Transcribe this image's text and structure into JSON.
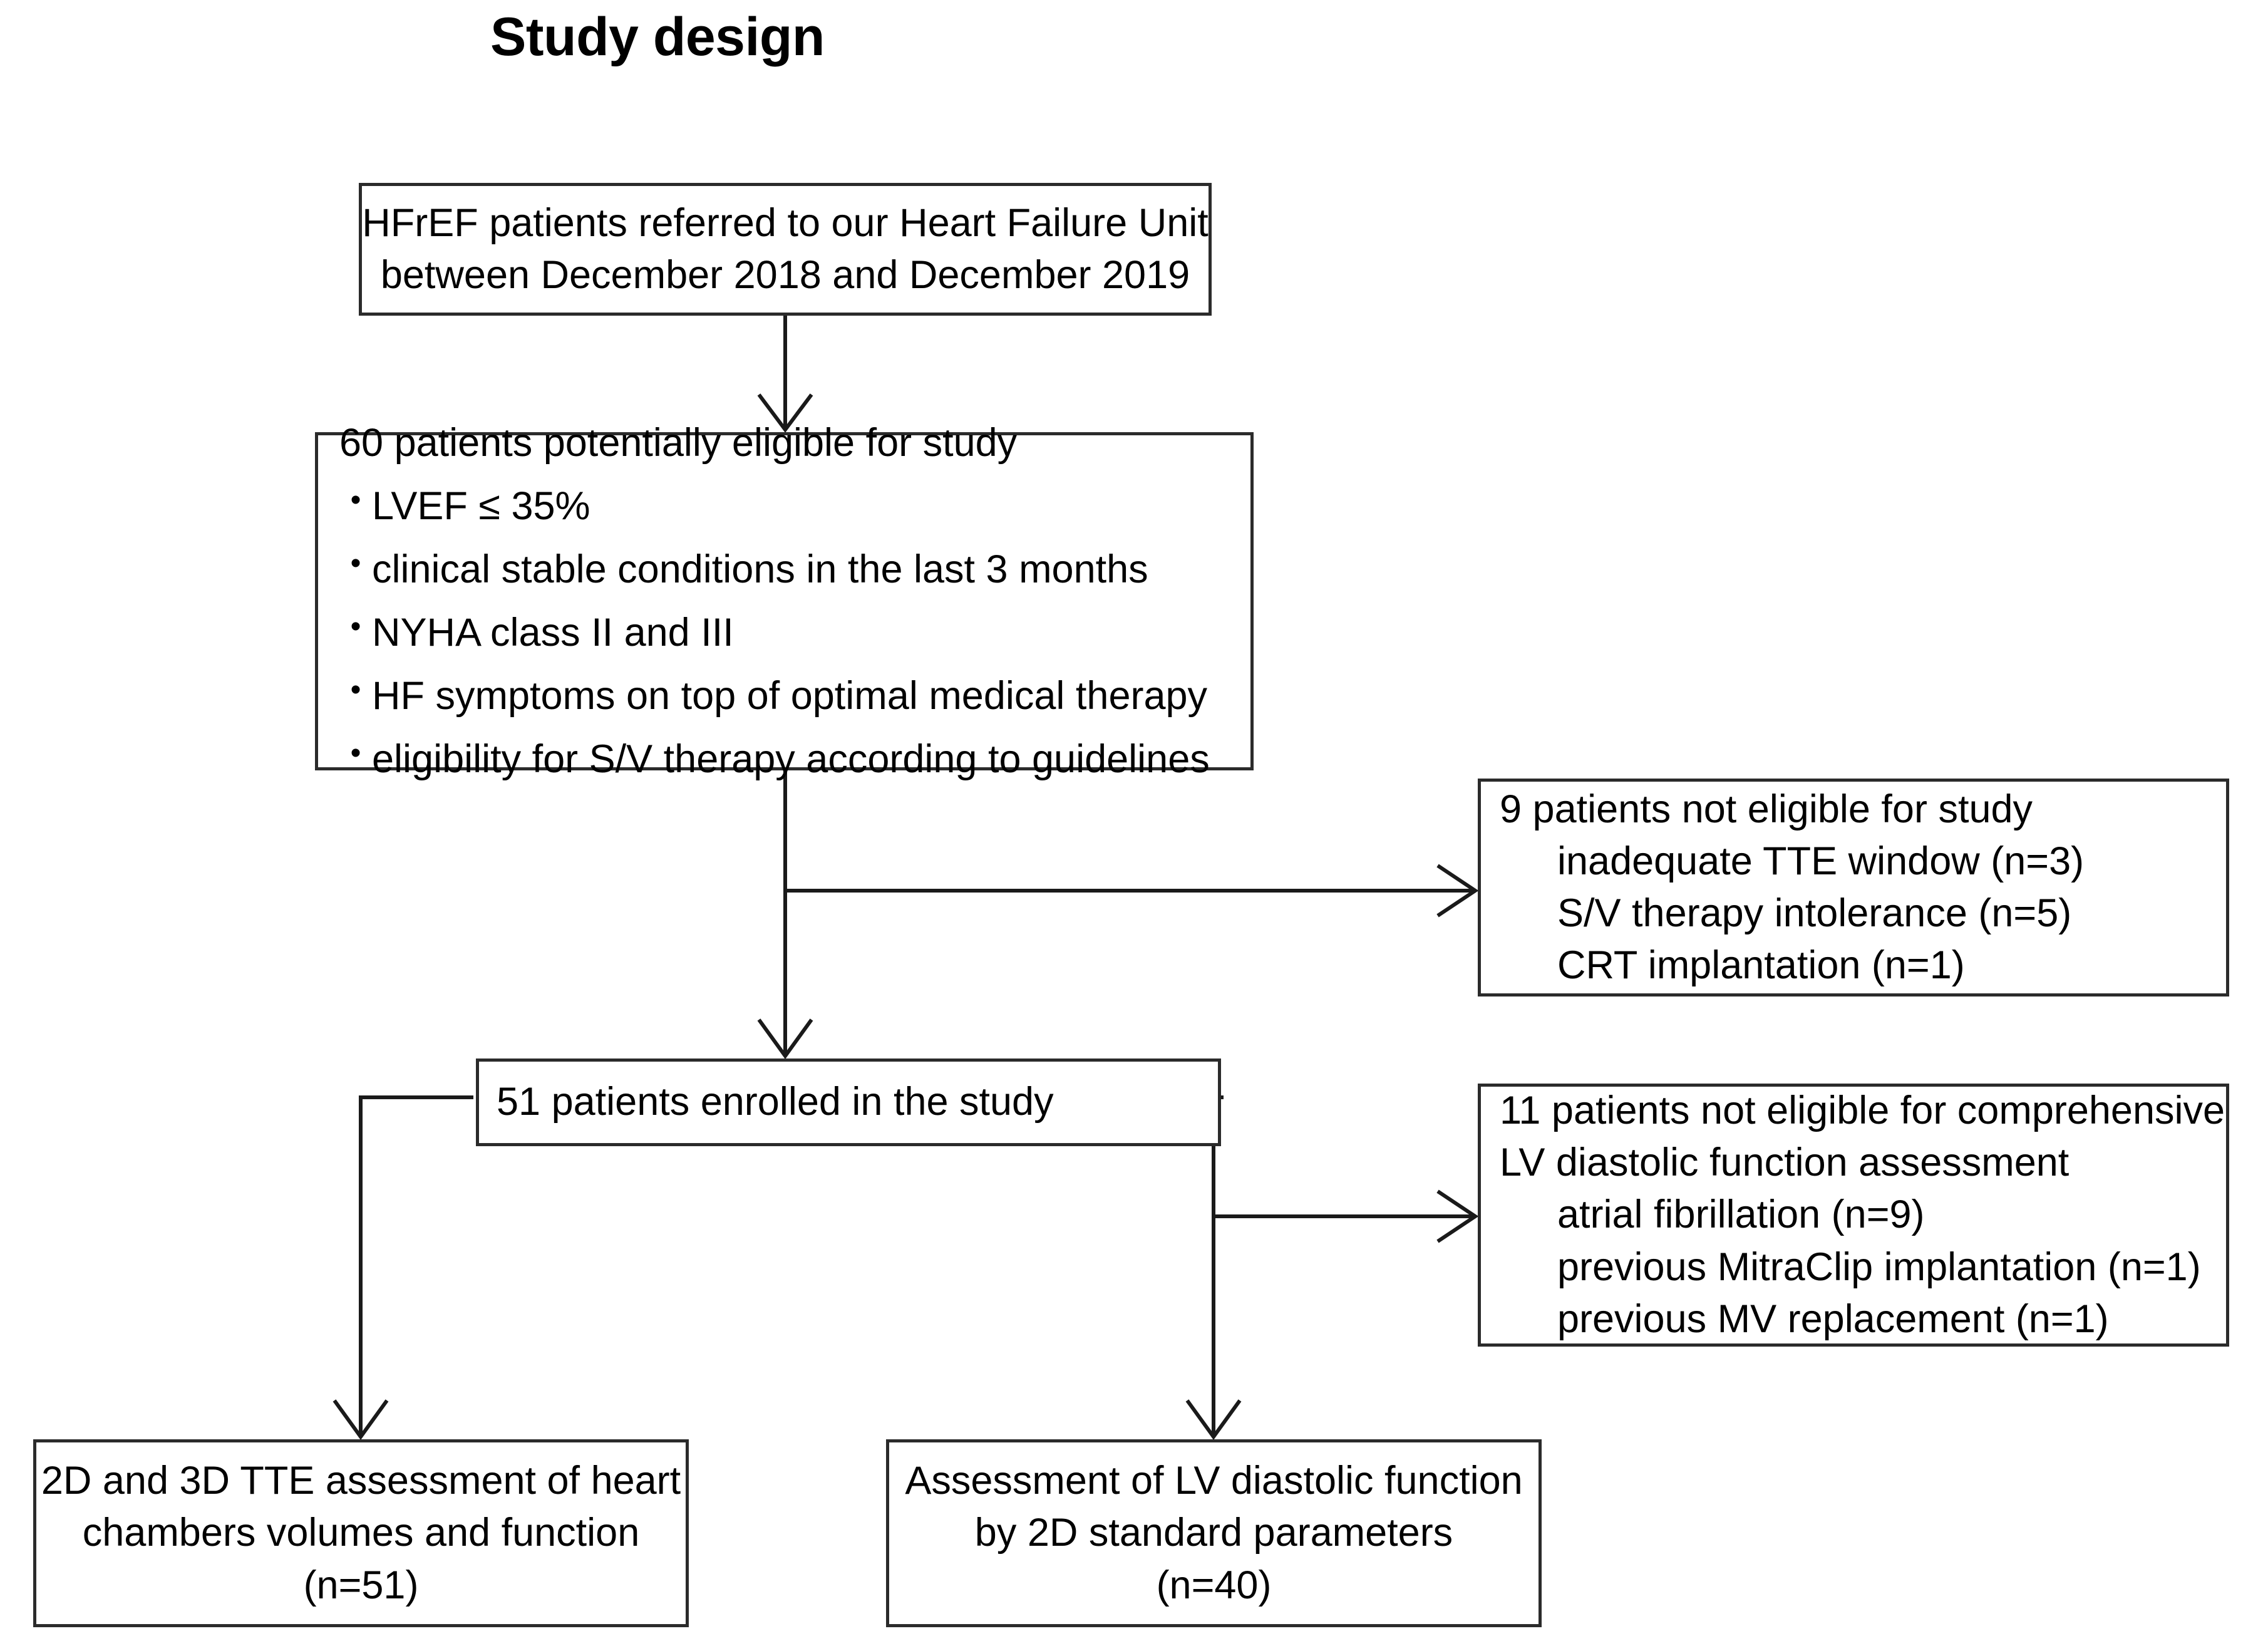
{
  "title": "Study design",
  "nodes": {
    "referred": {
      "lines": [
        "HFrEF patients referred to our Heart Failure Unit",
        "between December 2018 and December 2019"
      ]
    },
    "eligible": {
      "header": "60 patients potentially eligible for study",
      "bullet_glyph": "•",
      "bullets": [
        "LVEF ≤ 35%",
        "clinical stable conditions in the last 3 months",
        "NYHA class II and III",
        "HF symptoms on top of optimal medical therapy",
        "eligibility for S/V therapy according to guidelines"
      ]
    },
    "not_eligible": {
      "header": "9 patients not eligible for study",
      "reasons": [
        "inadequate TTE window (n=3)",
        "S/V therapy intolerance (n=5)",
        "CRT implantation (n=1)"
      ]
    },
    "enrolled": {
      "text": "51 patients enrolled in the study"
    },
    "not_comprehensive": {
      "header_lines": [
        "11 patients not eligible for comprehensive",
        "LV diastolic function assessment"
      ],
      "reasons": [
        "atrial fibrillation (n=9)",
        "previous MitraClip implantation (n=1)",
        "previous MV replacement (n=1)"
      ]
    },
    "tte_assessment": {
      "lines": [
        "2D and 3D TTE assessment of heart",
        "chambers volumes and function",
        "(n=51)"
      ]
    },
    "diastolic_assessment": {
      "lines": [
        "Assessment of LV diastolic function",
        "by 2D standard parameters",
        "(n=40)"
      ]
    }
  },
  "colors": {
    "box_border": "#2b2b2b",
    "connector": "#1a1a1a",
    "background": "#ffffff",
    "text": "#000000"
  }
}
